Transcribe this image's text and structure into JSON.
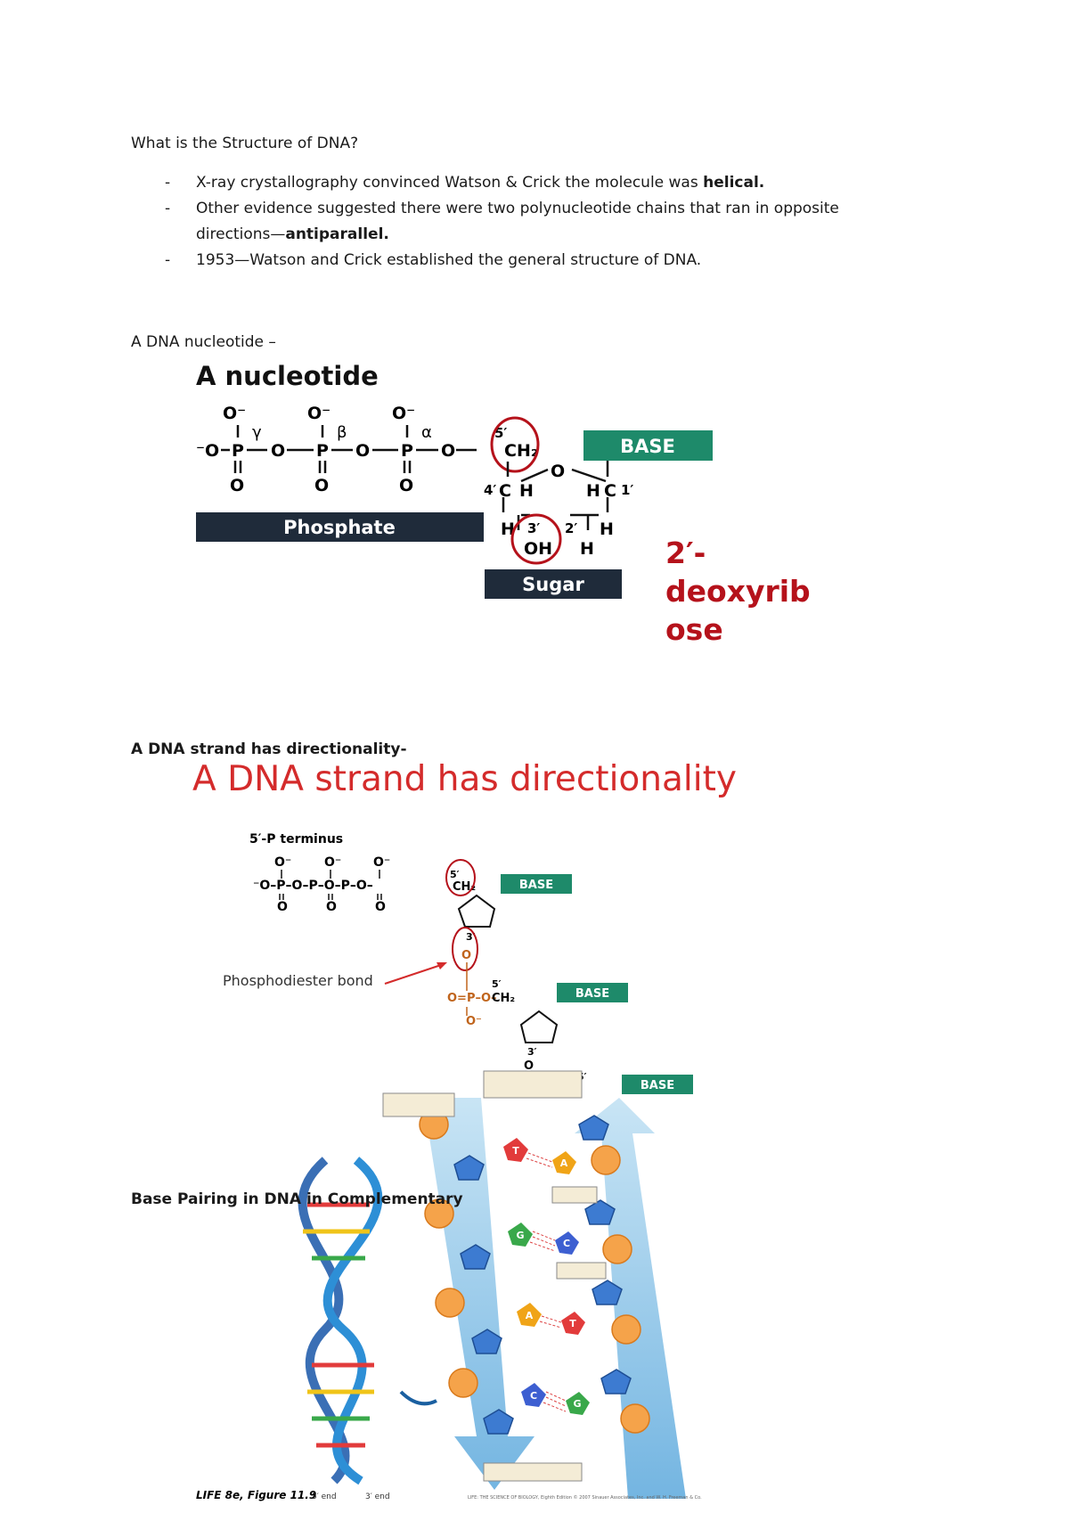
{
  "doc": {
    "heading": "What is the Structure of DNA?",
    "bullets": [
      {
        "pre": "X-ray crystallography convinced Watson & Crick the molecule was ",
        "bold": "helical.",
        "post": ""
      },
      {
        "pre": "Other evidence suggested there were two polynucleotide chains that ran in opposite directions—",
        "bold": "antiparallel.",
        "post": ""
      },
      {
        "pre": "1953—Watson and Crick established the general structure of DNA.",
        "bold": "",
        "post": ""
      }
    ],
    "nucleotide_caption": "A DNA nucleotide –",
    "directionality_caption": "A DNA strand has directionality-",
    "base_pairing_caption": "Base Pairing in DNA in Complementary"
  },
  "fig1": {
    "title": "A nucleotide",
    "phosphate_label": "Phosphate",
    "base_label": "BASE",
    "sugar_label": "Sugar",
    "greek": [
      "γ",
      "β",
      "α"
    ],
    "o_minus": "O⁻",
    "o_minus_left": "⁻O",
    "p": "P",
    "o": "O",
    "ch2": "CH₂",
    "oh": "OH",
    "h": "H",
    "c": "C",
    "pos_5": "5′",
    "pos_4": "4′",
    "pos_3": "3′",
    "pos_2": "2′",
    "pos_1": "1′",
    "annotation_lines": [
      "2′-",
      "deoxyrib",
      "ose"
    ],
    "accent_red": "#b5121b",
    "bar_dark": "#1f2b3a",
    "base_green": "#1e8a6a"
  },
  "fig2": {
    "title": "A DNA strand has directionality",
    "terminus_label": "5′-P terminus",
    "base_label": "BASE",
    "bond_label": "Phosphodiester bond",
    "pos_5": "5′",
    "pos_3": "3′",
    "title_red": "#d42b2b",
    "phosphate_orange": "#c0641c"
  },
  "fig3": {
    "figure_caption": "LIFE 8e, Figure 11.9",
    "credit": "LIFE: THE SCIENCE OF BIOLOGY, Eighth Edition © 2007 Sinauer Associates, Inc. and W. H. Freeman & Co.",
    "end_5": "5′ end",
    "end_3": "3′ end",
    "bases": [
      "T",
      "A",
      "G",
      "C",
      "A",
      "T",
      "C",
      "G"
    ]
  }
}
